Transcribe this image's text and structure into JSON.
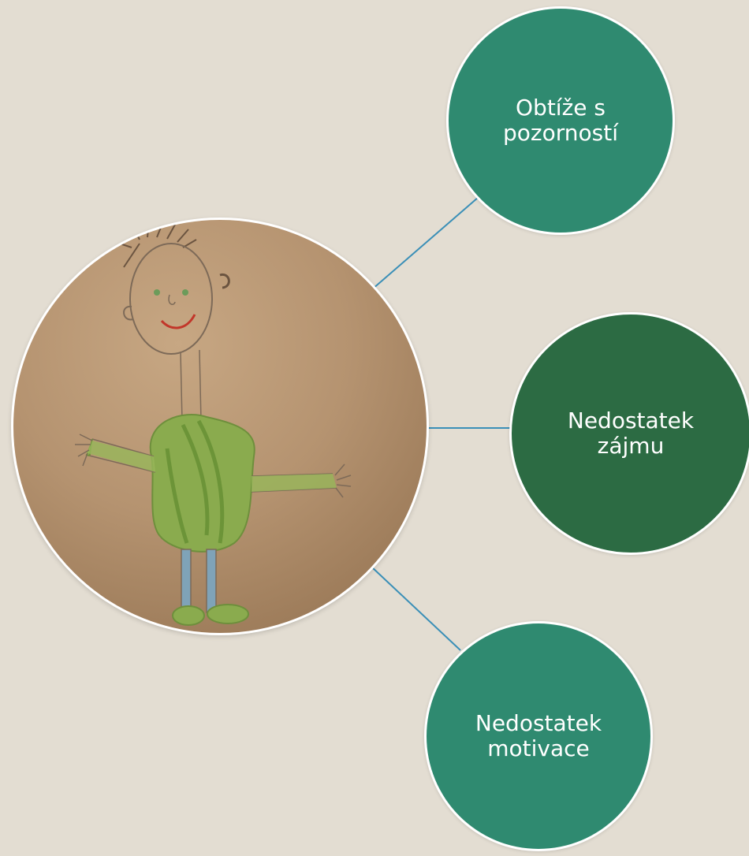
{
  "diagram": {
    "background_color": "#e3ddd2",
    "connector_color": "#3a8fb7",
    "center": {
      "image": "child-drawing-of-person"
    },
    "nodes": [
      {
        "line1": "Obtíže s",
        "line2": "pozorností",
        "color": "#2f8a70"
      },
      {
        "line1": "Nedostatek",
        "line2": "zájmu",
        "color": "#2c6b43"
      },
      {
        "line1": "Nedostatek",
        "line2": "motivace",
        "color": "#2f8a70"
      }
    ]
  }
}
